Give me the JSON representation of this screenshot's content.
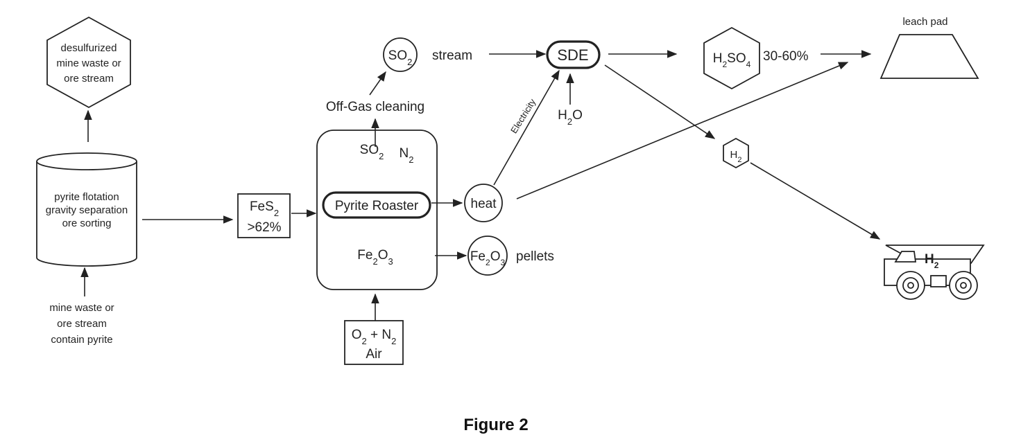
{
  "colors": {
    "stroke": "#222222",
    "background": "#ffffff"
  },
  "nodes": {
    "desulfurized": [
      "desulfurized",
      "mine waste or",
      "ore stream"
    ],
    "separation": [
      "pyrite flotation",
      "gravity separation",
      "ore sorting"
    ],
    "feed": [
      "mine waste or",
      "ore stream",
      "contain pyrite"
    ],
    "fes2": {
      "base": "FeS",
      "sub": "2",
      "line2": ">62%"
    },
    "roaster_label": "Pyrite Roaster",
    "roaster_so2": {
      "base": "SO",
      "sub": "2"
    },
    "roaster_n2": {
      "base": "N",
      "sub": "2"
    },
    "roaster_fe2o3": {
      "fe": "Fe",
      "sub1": "2",
      "o": "O",
      "sub2": "3"
    },
    "offgas": "Off-Gas cleaning",
    "so2_circle": {
      "base": "SO",
      "sub": "2"
    },
    "so2_stream_label": "stream",
    "sde": "SDE",
    "h2o": {
      "h": "H",
      "sub": "2",
      "o": "O"
    },
    "electricity": "Electricity",
    "h2so4": {
      "h": "H",
      "sub1": "2",
      "so": "SO",
      "sub2": "4",
      "percent": "30-60%"
    },
    "leach_pad": "leach pad",
    "h2_hex": {
      "h": "H",
      "sub": "2"
    },
    "heat": "heat",
    "fe2o3_pellets": {
      "fe": "Fe",
      "sub1": "2",
      "o": "O",
      "sub2": "3",
      "label": "pellets"
    },
    "air": {
      "o": "O",
      "sub1": "2",
      "plus": " + N",
      "sub2": "2",
      "line2": "Air"
    },
    "truck_h2": {
      "h": "H",
      "sub": "2"
    }
  },
  "caption": "Figure 2",
  "icons": [
    "hexagon-shape",
    "cylinder-shape",
    "trapezoid-shape",
    "haul-truck-icon"
  ]
}
